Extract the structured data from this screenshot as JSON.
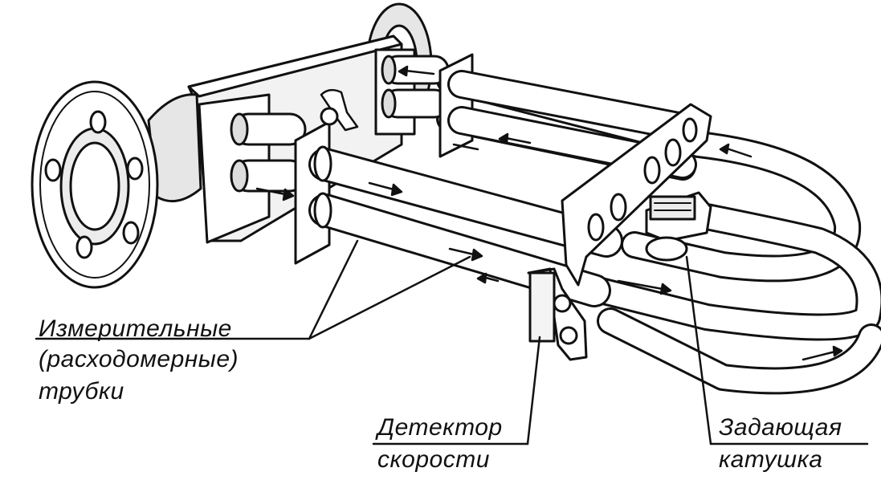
{
  "labels": {
    "measuring_tubes": [
      "Измерительные",
      "(расходомерные)",
      "трубки"
    ],
    "velocity_detector": [
      "Детектор",
      "скорости"
    ],
    "drive_coil": [
      "Задающая",
      "катушка"
    ]
  },
  "colors": {
    "line": "#111111",
    "fill": "#ffffff",
    "shade": "#d9d9d9"
  }
}
